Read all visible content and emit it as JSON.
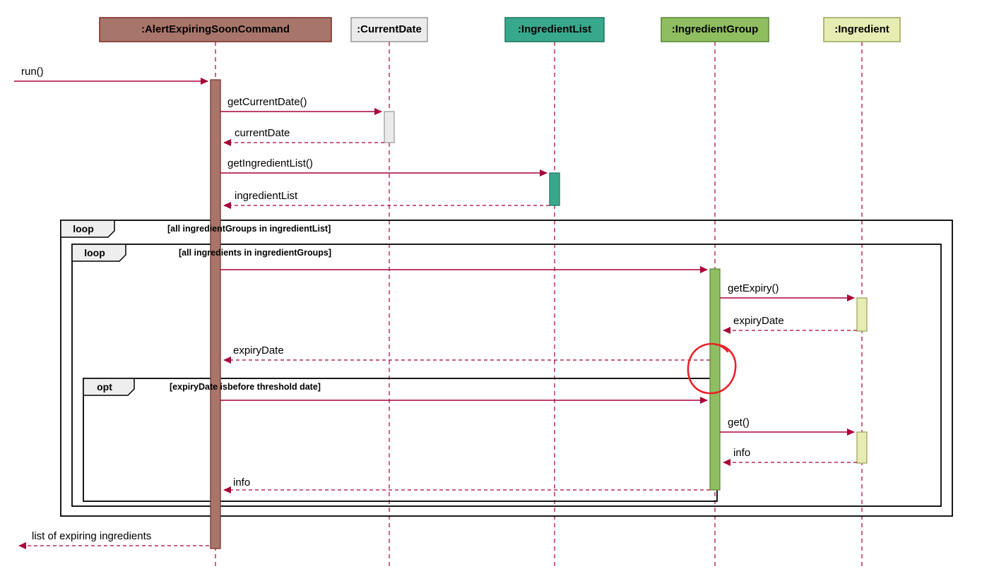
{
  "diagram_type": "uml-sequence-diagram",
  "colors": {
    "arrow": "#A80036",
    "lifeline": "#A80036",
    "frame_border": "#000000",
    "fragment_tab_fill": "#EEEEEE",
    "annotation": "#E8232A",
    "background": "#FFFFFF"
  },
  "participants": [
    {
      "label": ":AlertExpiringSoonCommand",
      "fill": "#A8756B",
      "border": "#7E322B"
    },
    {
      "label": ":CurrentDate",
      "fill": "#EBEBEB",
      "border": "#9E9E9E"
    },
    {
      "label": ":IngredientList",
      "fill": "#38A88D",
      "border": "#237A64"
    },
    {
      "label": ":IngredientGroup",
      "fill": "#8FBE60",
      "border": "#5D8A38"
    },
    {
      "label": ":Ingredient",
      "fill": "#E7ECB2",
      "border": "#9EA960"
    }
  ],
  "messages": [
    {
      "label": "run()",
      "kind": "sync-call"
    },
    {
      "label": "getCurrentDate()",
      "kind": "sync-call"
    },
    {
      "label": "currentDate",
      "kind": "return"
    },
    {
      "label": "getIngredientList()",
      "kind": "sync-call"
    },
    {
      "label": "ingredientList",
      "kind": "return"
    },
    {
      "label": "",
      "kind": "sync-call-unlabeled"
    },
    {
      "label": "getExpiry()",
      "kind": "sync-call"
    },
    {
      "label": "expiryDate",
      "kind": "return"
    },
    {
      "label": "expiryDate",
      "kind": "return"
    },
    {
      "label": "",
      "kind": "sync-call-unlabeled"
    },
    {
      "label": "get()",
      "kind": "sync-call"
    },
    {
      "label": "info",
      "kind": "return"
    },
    {
      "label": "info",
      "kind": "return"
    },
    {
      "label": "list of expiring ingredients",
      "kind": "return"
    }
  ],
  "fragments": [
    {
      "keyword": "loop",
      "condition": "[all ingredientGroups in ingredientList]"
    },
    {
      "keyword": "loop",
      "condition": "[all ingredients in ingredientGroups]"
    },
    {
      "keyword": "opt",
      "condition": "[expiryDate isbefore threshold date]"
    }
  ],
  "annotation": {
    "description": "hand-drawn red circle highlighting the IngredientGroup activation bar where the opt frame meets it"
  }
}
